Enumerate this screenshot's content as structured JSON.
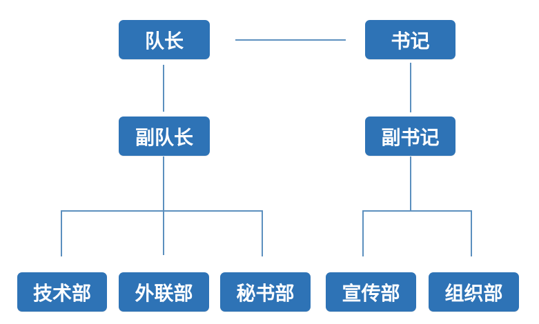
{
  "org_chart": {
    "captain": "队长",
    "secretary": "书记",
    "vice_captain": "副队长",
    "vice_secretary": "副书记",
    "departments": {
      "technology": "技术部",
      "external_relations": "外联部",
      "secretariat": "秘书部",
      "publicity": "宣传部",
      "organization": "组织部"
    }
  },
  "colors": {
    "node_fill": "#2e73b6",
    "node_text": "#ffffff",
    "connector": "#5b8fbe",
    "background": "#ffffff"
  }
}
